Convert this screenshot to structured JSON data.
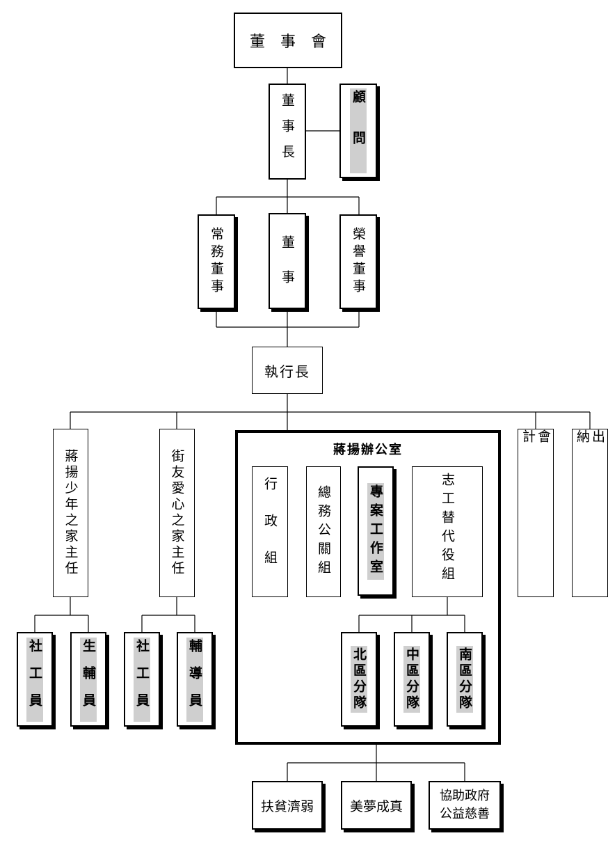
{
  "nodes": {
    "board": "董　事　會",
    "chairman": "董事長",
    "advisor": "顧問",
    "managing_director": "常務董事",
    "director": "董　事",
    "honorary_director": "榮譽董事",
    "ceo": "執行長",
    "jiangyang_home_director": "蔣揚少年之家主任",
    "street_home_director": "街友愛心之家主任",
    "office_title": "蔣揚辦公室",
    "admin_group": "行政組",
    "general_affairs_group": "總務公關組",
    "project_office": "專案工作室",
    "volunteer_group": "志工替代役組",
    "north_team": "北區分隊",
    "central_team": "中區分隊",
    "south_team": "南區分隊",
    "accounting": "會計",
    "cashier": "出納",
    "social_worker_1": "社工員",
    "life_counselor": "生輔員",
    "social_worker_2": "社工員",
    "counselor": "輔導員",
    "poverty_relief": "扶貧濟弱",
    "dream_come_true": "美夢成真",
    "assist_govt_line1": "協助政府",
    "assist_govt_line2": "公益慈善"
  }
}
